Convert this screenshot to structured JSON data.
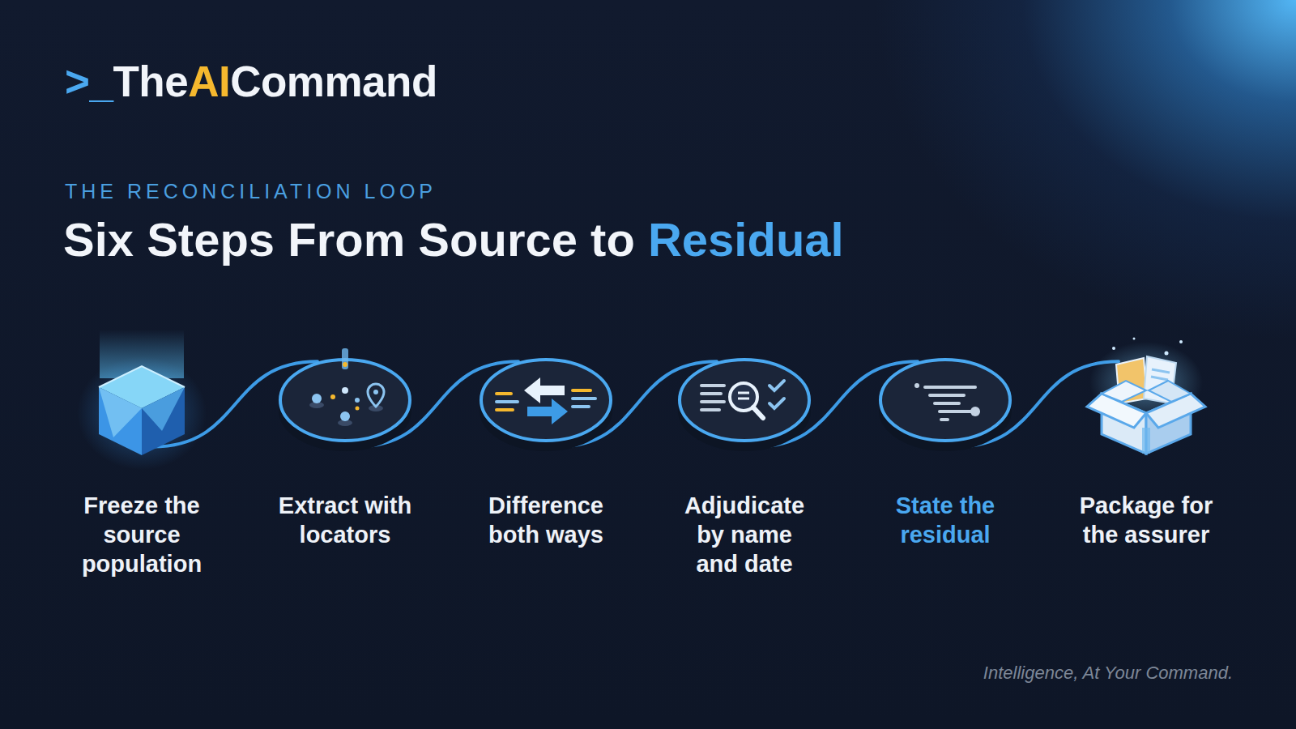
{
  "diagram": {
    "title": "Six Steps From Source to Residual",
    "nodes": [
      {
        "text": [
          "Freeze the source population"
        ]
      },
      {
        "text": [
          "Extract with locators"
        ]
      },
      {
        "text": [
          "Difference both ways"
        ]
      },
      {
        "text": [
          "Adjudicate by name and date"
        ]
      },
      {
        "text": [
          "State the residual"
        ]
      },
      {
        "text": [
          "Package for the assurer"
        ]
      }
    ],
    "edges": [
      {
        "from": 0,
        "to": 1,
        "arrow": "none"
      },
      {
        "from": 1,
        "to": 2,
        "arrow": "none"
      },
      {
        "from": 2,
        "to": 3,
        "arrow": "none"
      },
      {
        "from": 3,
        "to": 4,
        "arrow": "none"
      },
      {
        "from": 4,
        "to": 5,
        "arrow": "none"
      }
    ],
    "labels": [
      ">_",
      "The",
      "AI",
      "Command",
      "THE RECONCILIATION LOOP",
      "Intelligence, At Your Command."
    ]
  }
}
